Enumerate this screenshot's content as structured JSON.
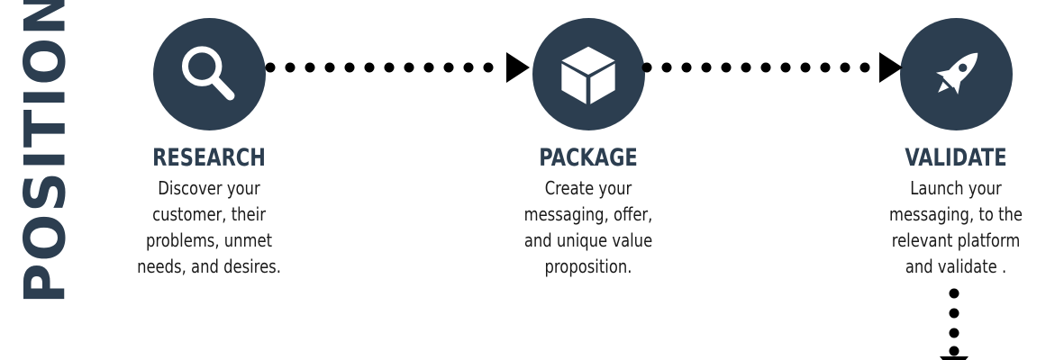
{
  "side_title": "POSITION",
  "colors": {
    "primary": "#2c3e50",
    "text": "#1a1a1a",
    "background": "#ffffff"
  },
  "steps": [
    {
      "icon": "magnifying-glass-icon",
      "title": "RESEARCH",
      "lines": [
        "Discover your",
        "customer, their",
        "problems, unmet",
        "needs, and desires."
      ]
    },
    {
      "icon": "box-icon",
      "title": "PACKAGE",
      "lines": [
        "Create your",
        "messaging, offer,",
        "and unique value",
        "proposition."
      ]
    },
    {
      "icon": "rocket-icon",
      "title": "VALIDATE",
      "lines": [
        "Launch your",
        "messaging, to the",
        "relevant platform",
        "and validate ."
      ]
    }
  ]
}
